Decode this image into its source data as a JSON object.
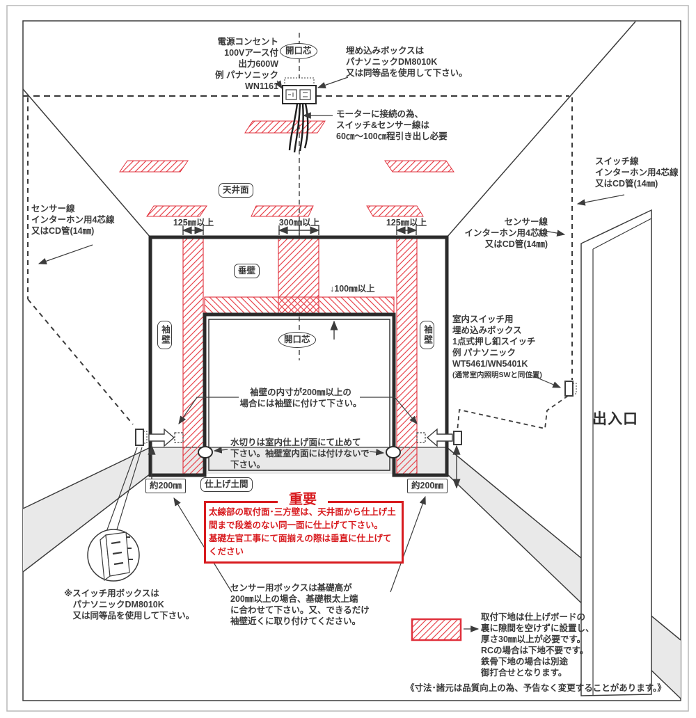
{
  "labels": {
    "opening_center_top": "開口芯",
    "opening_center_bottom": "開口芯",
    "ceiling_face": "天井面",
    "hanging_wall": "垂壁",
    "side_wall_left": "袖壁",
    "side_wall_right": "袖壁",
    "finished_floor": "仕上げ土間",
    "entrance": "出入口"
  },
  "dimensions": {
    "left_min": "125㎜以上",
    "center_min": "300㎜以上",
    "right_min": "125㎜以上",
    "drop_min": "↓100㎜以上",
    "approx_left": "約200㎜",
    "approx_right": "約200㎜"
  },
  "annotations": {
    "power_outlet": "電源コンセント\n100Vアース付\n出力600W\n例 パナソニック\nWN1161",
    "embedded_box": "埋め込みボックスは\nパナソニックDM8010K\n又は同等品を使用して下さい。",
    "motor_lead": "モーターに接続の為、\nスイッチ&センサー線は\n60㎝〜100㎝程引き出し必要",
    "sensor_line_left": "センサー線\nインターホン用4芯線\n又はCD管(14㎜)",
    "switch_line_right": "スイッチ線\nインターホン用4芯線\n又はCD管(14㎜)",
    "sensor_line_right": "センサー線\nインターホン用4芯線\n又はCD管(14㎜)",
    "indoor_switch": "室内スイッチ用\n埋め込みボックス\n1点式押し釦スイッチ\n例 パナソニック\nWT5461/WN5401K",
    "indoor_switch_sub": "(通常室内照明SWと同位置)",
    "side_wall_note": "袖壁の内寸が200㎜以上の\n場合には袖壁に付けて下さい。",
    "drip_note": "水切りは室内仕上げ面にて止めて\n下さい。袖壁室内面には付けないで\n下さい。",
    "switch_box_note": "※スイッチ用ボックスは\n　パナソニックDM8010K\n　又は同等品を使用して下さい。",
    "sensor_box_note": "センサー用ボックスは基礎高が\n200㎜以上の場合、基礎根太上端\nに合わせて下さい。又、できるだけ\n袖壁近くに取り付けてください。",
    "legend_note": "取付下地は仕上げボードの\n裏に隙間を空けずに設置し、\n厚さ30㎜以上が必要です。\nRCの場合は下地不要です。\n鉄骨下地の場合は別途\n御打合せとなります。"
  },
  "important": {
    "title": "重要",
    "body": "太線部の取付面･三方壁は、天井面から仕上げ土\n間まで段差のない同一面に仕上げて下さい。\n基礎左官工事にて面揃えの際は垂直に仕上げて\nください"
  },
  "footer_note": "《寸法･諸元は品質向上の為、予告なく変更することがあります。》",
  "colors": {
    "hatch_red": "#e8454d",
    "hatch_border_red": "#e0303c",
    "important_red": "#d81b1f",
    "line": "#3c3c3c",
    "floor_grey": "#e9e9e9"
  }
}
